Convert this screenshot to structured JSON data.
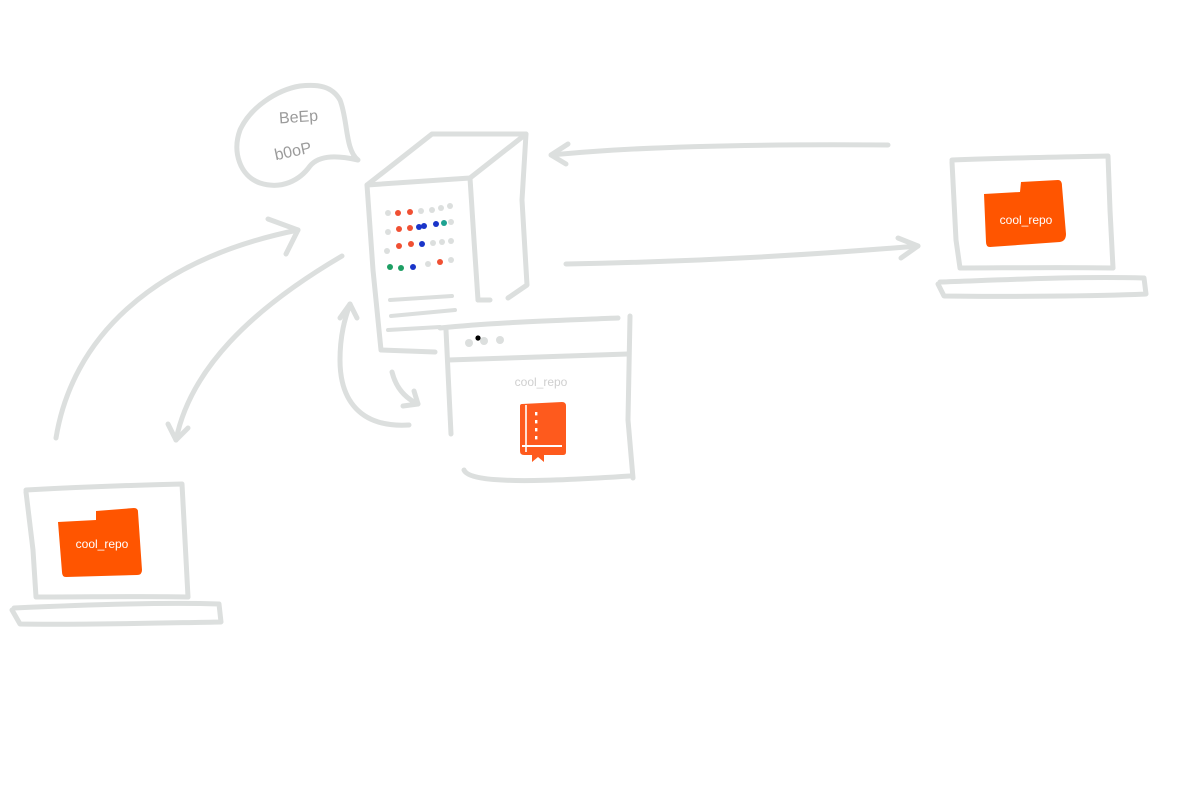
{
  "speech_bubble": {
    "line1": "BeEp",
    "line2": "b0oP"
  },
  "repo_window": {
    "title": "cool_repo"
  },
  "laptop_right": {
    "folder_label": "cool_repo"
  },
  "laptop_left": {
    "folder_label": "cool_repo"
  },
  "colors": {
    "sketch": "#dcdfde",
    "folder": "#ff5500",
    "repo_icon": "#fe5a1d",
    "led_red": "#f05033",
    "led_blue": "#1a35c9",
    "led_teal": "#1fa392",
    "led_green": "#1e9f64",
    "led_grey": "#dcdfde",
    "bubble_text": "#9b9b9b",
    "window_title": "#cfcfcf"
  }
}
